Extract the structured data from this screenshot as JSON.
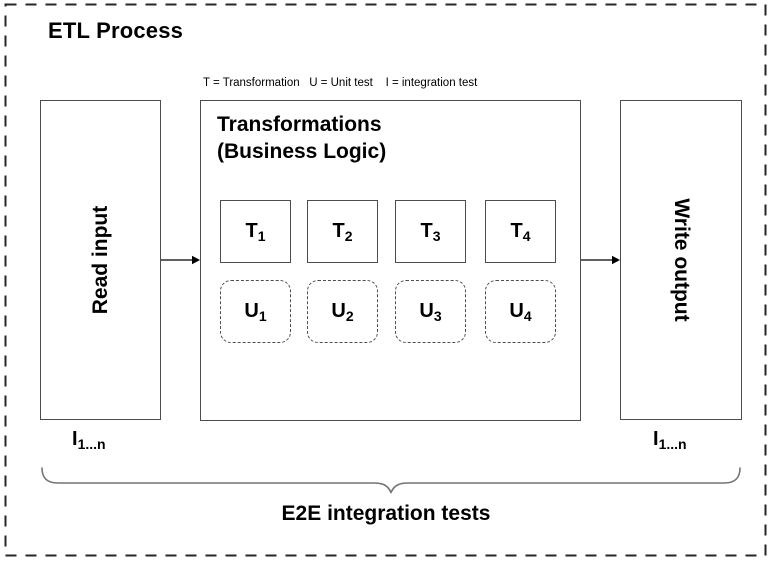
{
  "diagram": {
    "title": "ETL Process",
    "legend": "T = Transformation   U = Unit test    I = integration test",
    "read_box": {
      "label": "Read input"
    },
    "write_box": {
      "label": "Write output"
    },
    "transformations": {
      "title_line1": "Transformations",
      "title_line2": "(Business Logic)",
      "t_boxes": [
        {
          "base": "T",
          "sub": "1"
        },
        {
          "base": "T",
          "sub": "2"
        },
        {
          "base": "T",
          "sub": "3"
        },
        {
          "base": "T",
          "sub": "4"
        }
      ],
      "u_boxes": [
        {
          "base": "U",
          "sub": "1"
        },
        {
          "base": "U",
          "sub": "2"
        },
        {
          "base": "U",
          "sub": "3"
        },
        {
          "base": "U",
          "sub": "4"
        }
      ]
    },
    "io_labels": {
      "left": {
        "base": "I",
        "sub": "1...n"
      },
      "right": {
        "base": "I",
        "sub": "1...n"
      }
    },
    "bottom_label": "E2E integration tests",
    "colors": {
      "box_border": "#4d4d4d",
      "outer_dashed_border": "#262626",
      "arrow": "#000000",
      "connector": "#666666",
      "brace": "#737373",
      "text": "#000000",
      "background": "#ffffff"
    }
  }
}
